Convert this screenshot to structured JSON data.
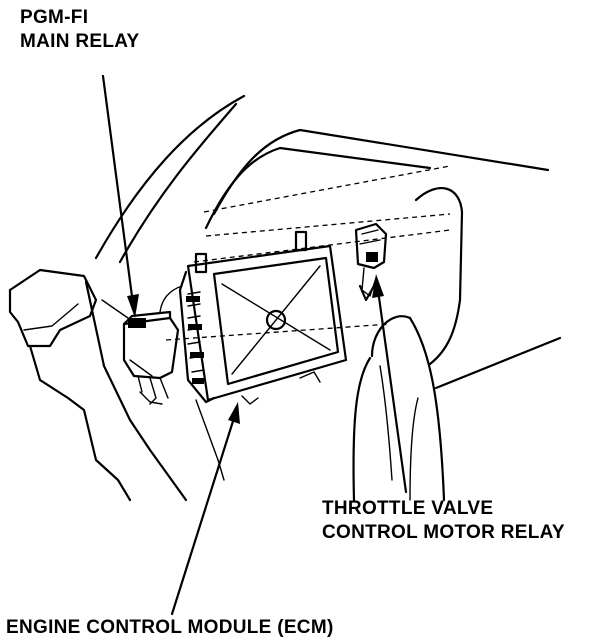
{
  "labels": {
    "pgm_fi_line1": "PGM-FI",
    "pgm_fi_line2": "MAIN RELAY",
    "throttle_line1": "THROTTLE VALVE",
    "throttle_line2": "CONTROL MOTOR RELAY",
    "ecm": "ENGINE CONTROL MODULE (ECM)"
  },
  "colors": {
    "ink": "#000000",
    "paper": "#ffffff"
  }
}
